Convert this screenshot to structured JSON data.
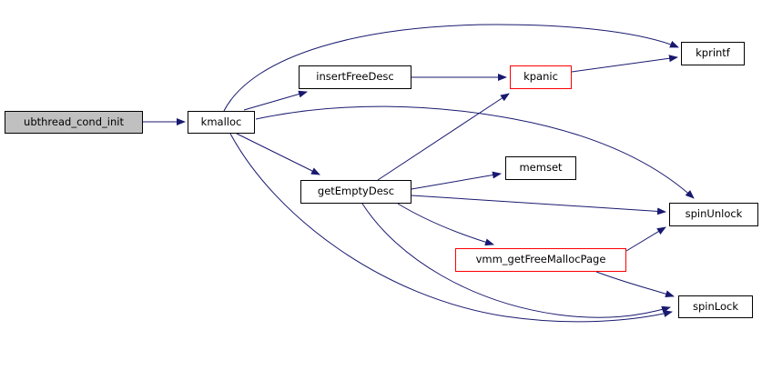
{
  "diagram": {
    "type": "call-graph",
    "background": "#ffffff",
    "edge_color": "#191970",
    "node_border_color": "#000000",
    "highlight_border_color": "#ff0000",
    "root_fill_color": "#c0c0c0",
    "node_fill_color": "#ffffff",
    "text_color": "#000000"
  },
  "nodes": {
    "ubthread_cond_init": {
      "label": "ubthread_cond_init",
      "variant": "root"
    },
    "kmalloc": {
      "label": "kmalloc",
      "variant": "normal"
    },
    "insertFreeDesc": {
      "label": "insertFreeDesc",
      "variant": "normal"
    },
    "kpanic": {
      "label": "kpanic",
      "variant": "highlight"
    },
    "kprintf": {
      "label": "kprintf",
      "variant": "normal"
    },
    "getEmptyDesc": {
      "label": "getEmptyDesc",
      "variant": "normal"
    },
    "memset": {
      "label": "memset",
      "variant": "normal"
    },
    "spinUnlock": {
      "label": "spinUnlock",
      "variant": "normal"
    },
    "vmm_getFreeMallocPage": {
      "label": "vmm_getFreeMallocPage",
      "variant": "highlight"
    },
    "spinLock": {
      "label": "spinLock",
      "variant": "normal"
    }
  },
  "edges": [
    {
      "from": "ubthread_cond_init",
      "to": "kmalloc"
    },
    {
      "from": "kmalloc",
      "to": "insertFreeDesc"
    },
    {
      "from": "kmalloc",
      "to": "kprintf"
    },
    {
      "from": "kmalloc",
      "to": "getEmptyDesc"
    },
    {
      "from": "kmalloc",
      "to": "spinUnlock"
    },
    {
      "from": "kmalloc",
      "to": "spinLock"
    },
    {
      "from": "insertFreeDesc",
      "to": "kpanic"
    },
    {
      "from": "kpanic",
      "to": "kprintf"
    },
    {
      "from": "getEmptyDesc",
      "to": "kpanic"
    },
    {
      "from": "getEmptyDesc",
      "to": "memset"
    },
    {
      "from": "getEmptyDesc",
      "to": "spinUnlock"
    },
    {
      "from": "getEmptyDesc",
      "to": "vmm_getFreeMallocPage"
    },
    {
      "from": "getEmptyDesc",
      "to": "spinLock"
    },
    {
      "from": "vmm_getFreeMallocPage",
      "to": "spinUnlock"
    },
    {
      "from": "vmm_getFreeMallocPage",
      "to": "spinLock"
    }
  ]
}
